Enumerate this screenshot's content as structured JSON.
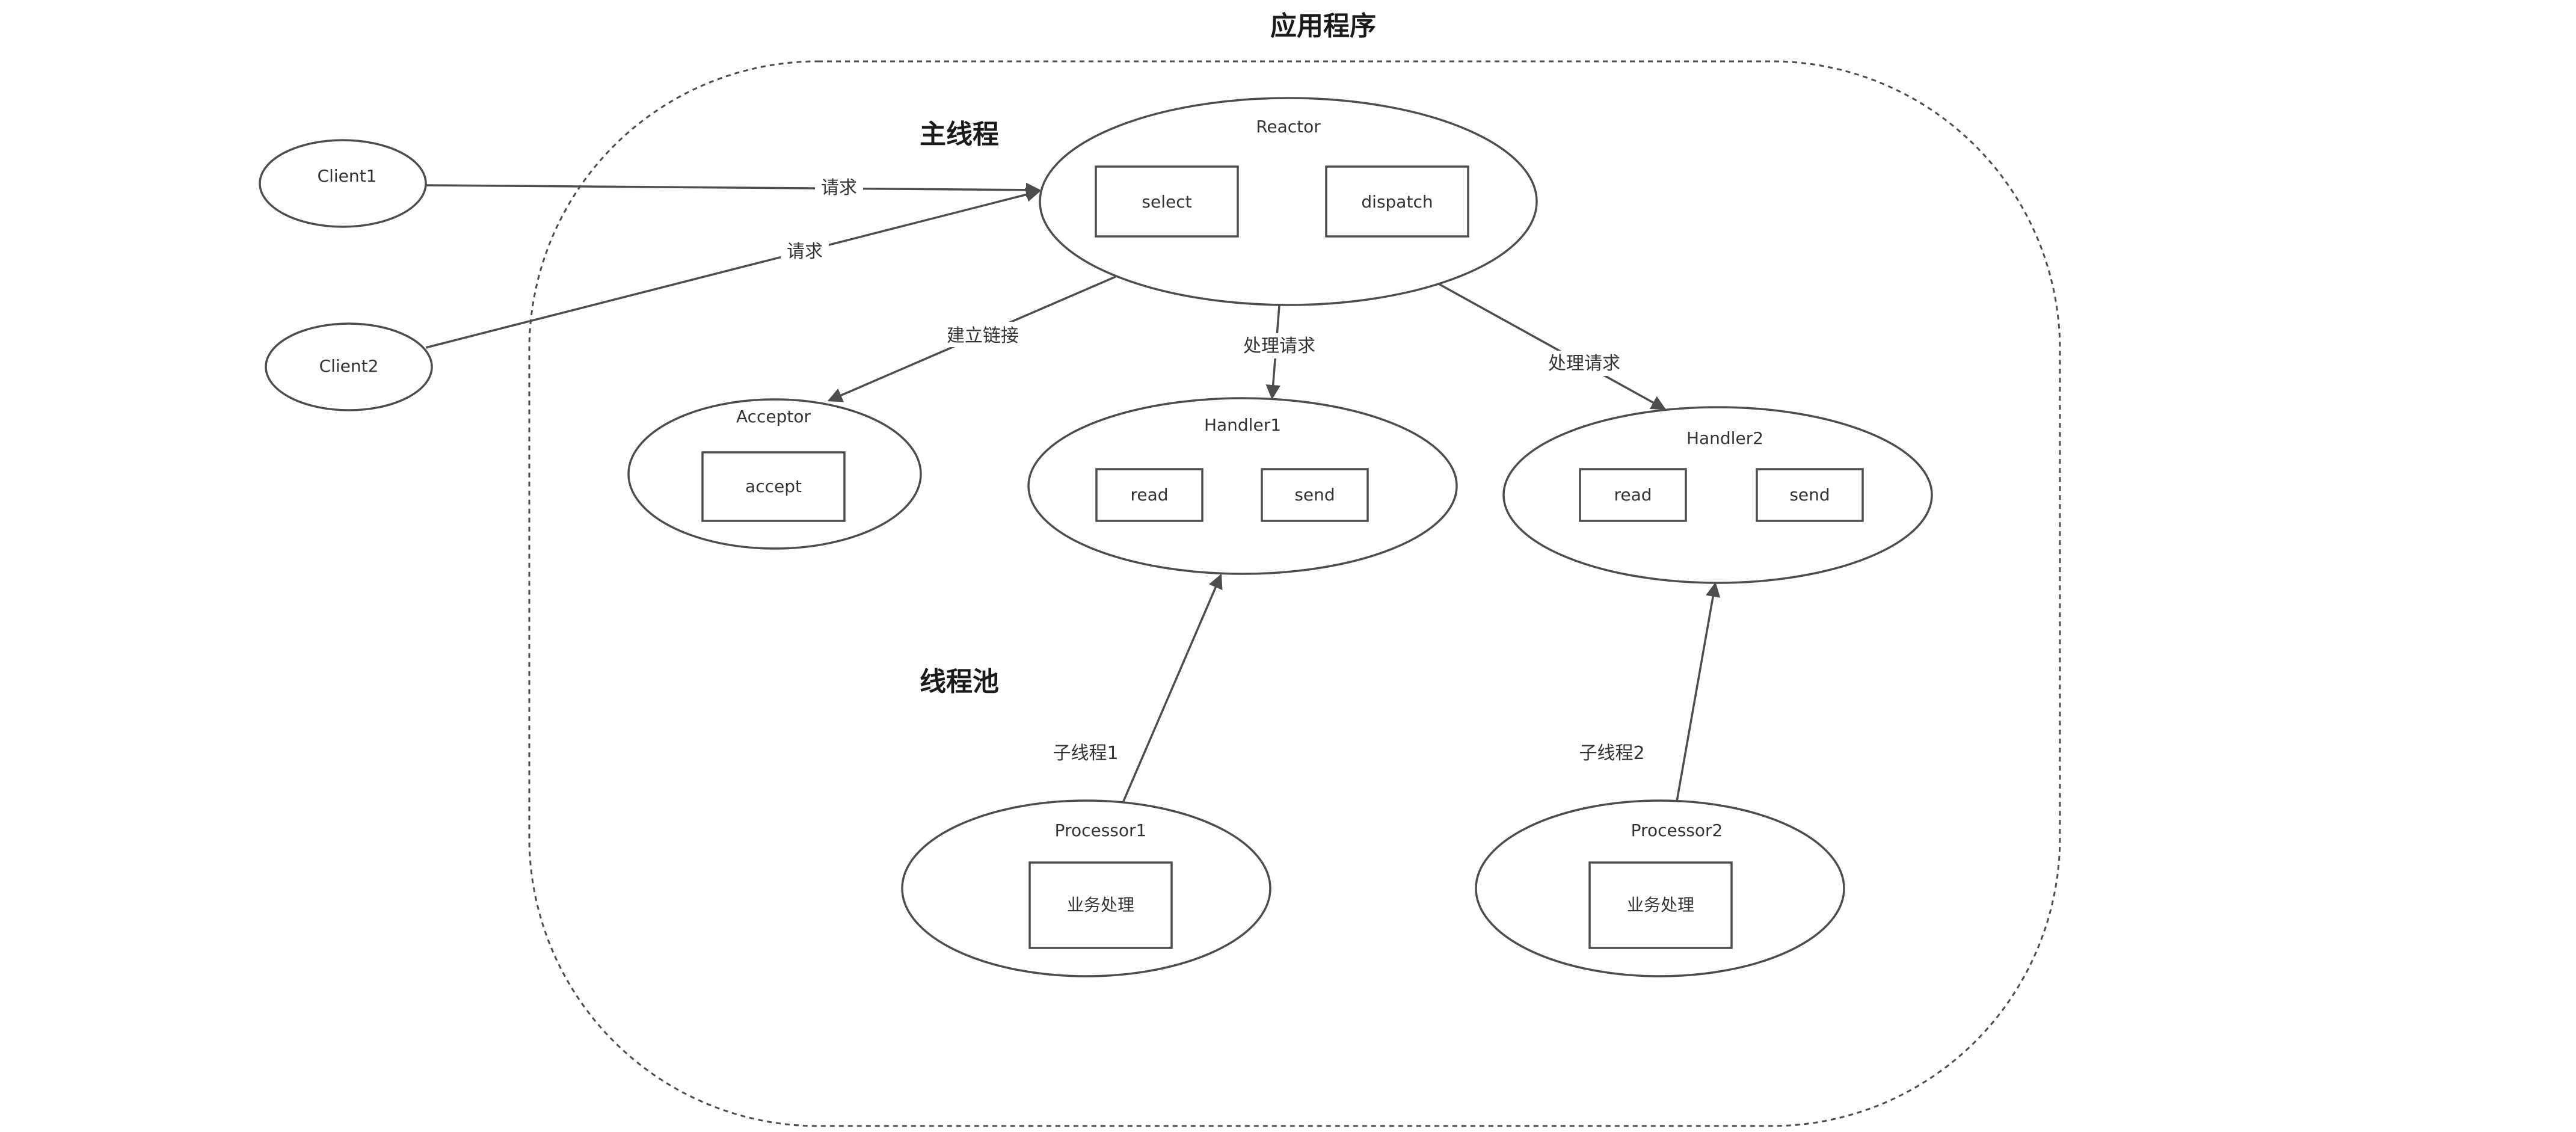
{
  "title": "应用程序",
  "sections": {
    "main_thread": "主线程",
    "thread_pool": "线程池"
  },
  "nodes": {
    "client1": "Client1",
    "client2": "Client2",
    "reactor": {
      "label": "Reactor",
      "boxes": [
        "select",
        "dispatch"
      ]
    },
    "acceptor": {
      "label": "Acceptor",
      "boxes": [
        "accept"
      ]
    },
    "handler1": {
      "label": "Handler1",
      "boxes": [
        "read",
        "send"
      ]
    },
    "handler2": {
      "label": "Handler2",
      "boxes": [
        "read",
        "send"
      ]
    },
    "processor1": {
      "label": "Processor1",
      "boxes": [
        "业务处理"
      ]
    },
    "processor2": {
      "label": "Processor2",
      "boxes": [
        "业务处理"
      ]
    }
  },
  "edges": {
    "client1_reactor": "请求",
    "client2_reactor": "请求",
    "reactor_acceptor": "建立链接",
    "reactor_handler1": "处理请求",
    "reactor_handler2": "处理请求",
    "processor1_handler1": "子线程1",
    "processor2_handler2": "子线程2"
  },
  "colors": {
    "stroke": "#4d4d4d",
    "text": "#333333",
    "background": "#ffffff"
  }
}
